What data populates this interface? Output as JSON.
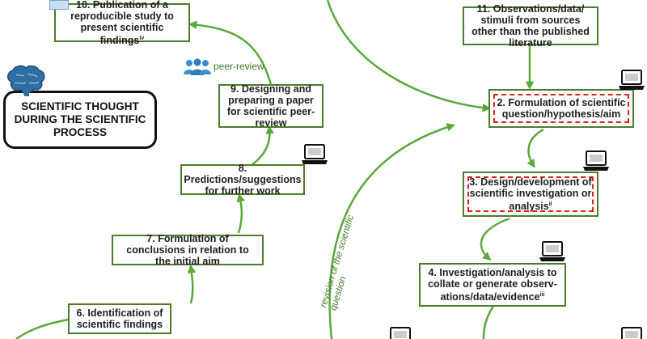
{
  "title": "SCIENTIFIC THOUGHT DURING THE SCIENTIFIC PROCESS",
  "steps": {
    "s2": "2. Formulation of scientific question/hypothesis/aim",
    "s3": "3. Design/development of scientific investigation or analysis",
    "s3_sup": "ii",
    "s4": "4. Investigation/analysis to collate or generate observ-ations/data/evidence",
    "s4_sup": "iii",
    "s6": "6. Identification of scientific findings",
    "s7": "7. Formulation of conclusions in relation to the initial aim",
    "s8": "8. Predictions/suggestions for further work",
    "s9": "9. Designing and preparing a paper for scientific peer-review",
    "s10": "10. Publication of a reproducible study to present scientific findings",
    "s10_sup": "iv",
    "s11": "11. Observations/data/ stimuli from sources other than the published literature"
  },
  "labels": {
    "peer_review": "peer-review",
    "revision": "revision of the scientific question"
  },
  "icons": [
    "brain-icon",
    "laptop-icon",
    "people-icon"
  ],
  "colors": {
    "arrow": "#5ba83a",
    "box_border": "#4a7d2a",
    "dashed": "#e02020"
  }
}
